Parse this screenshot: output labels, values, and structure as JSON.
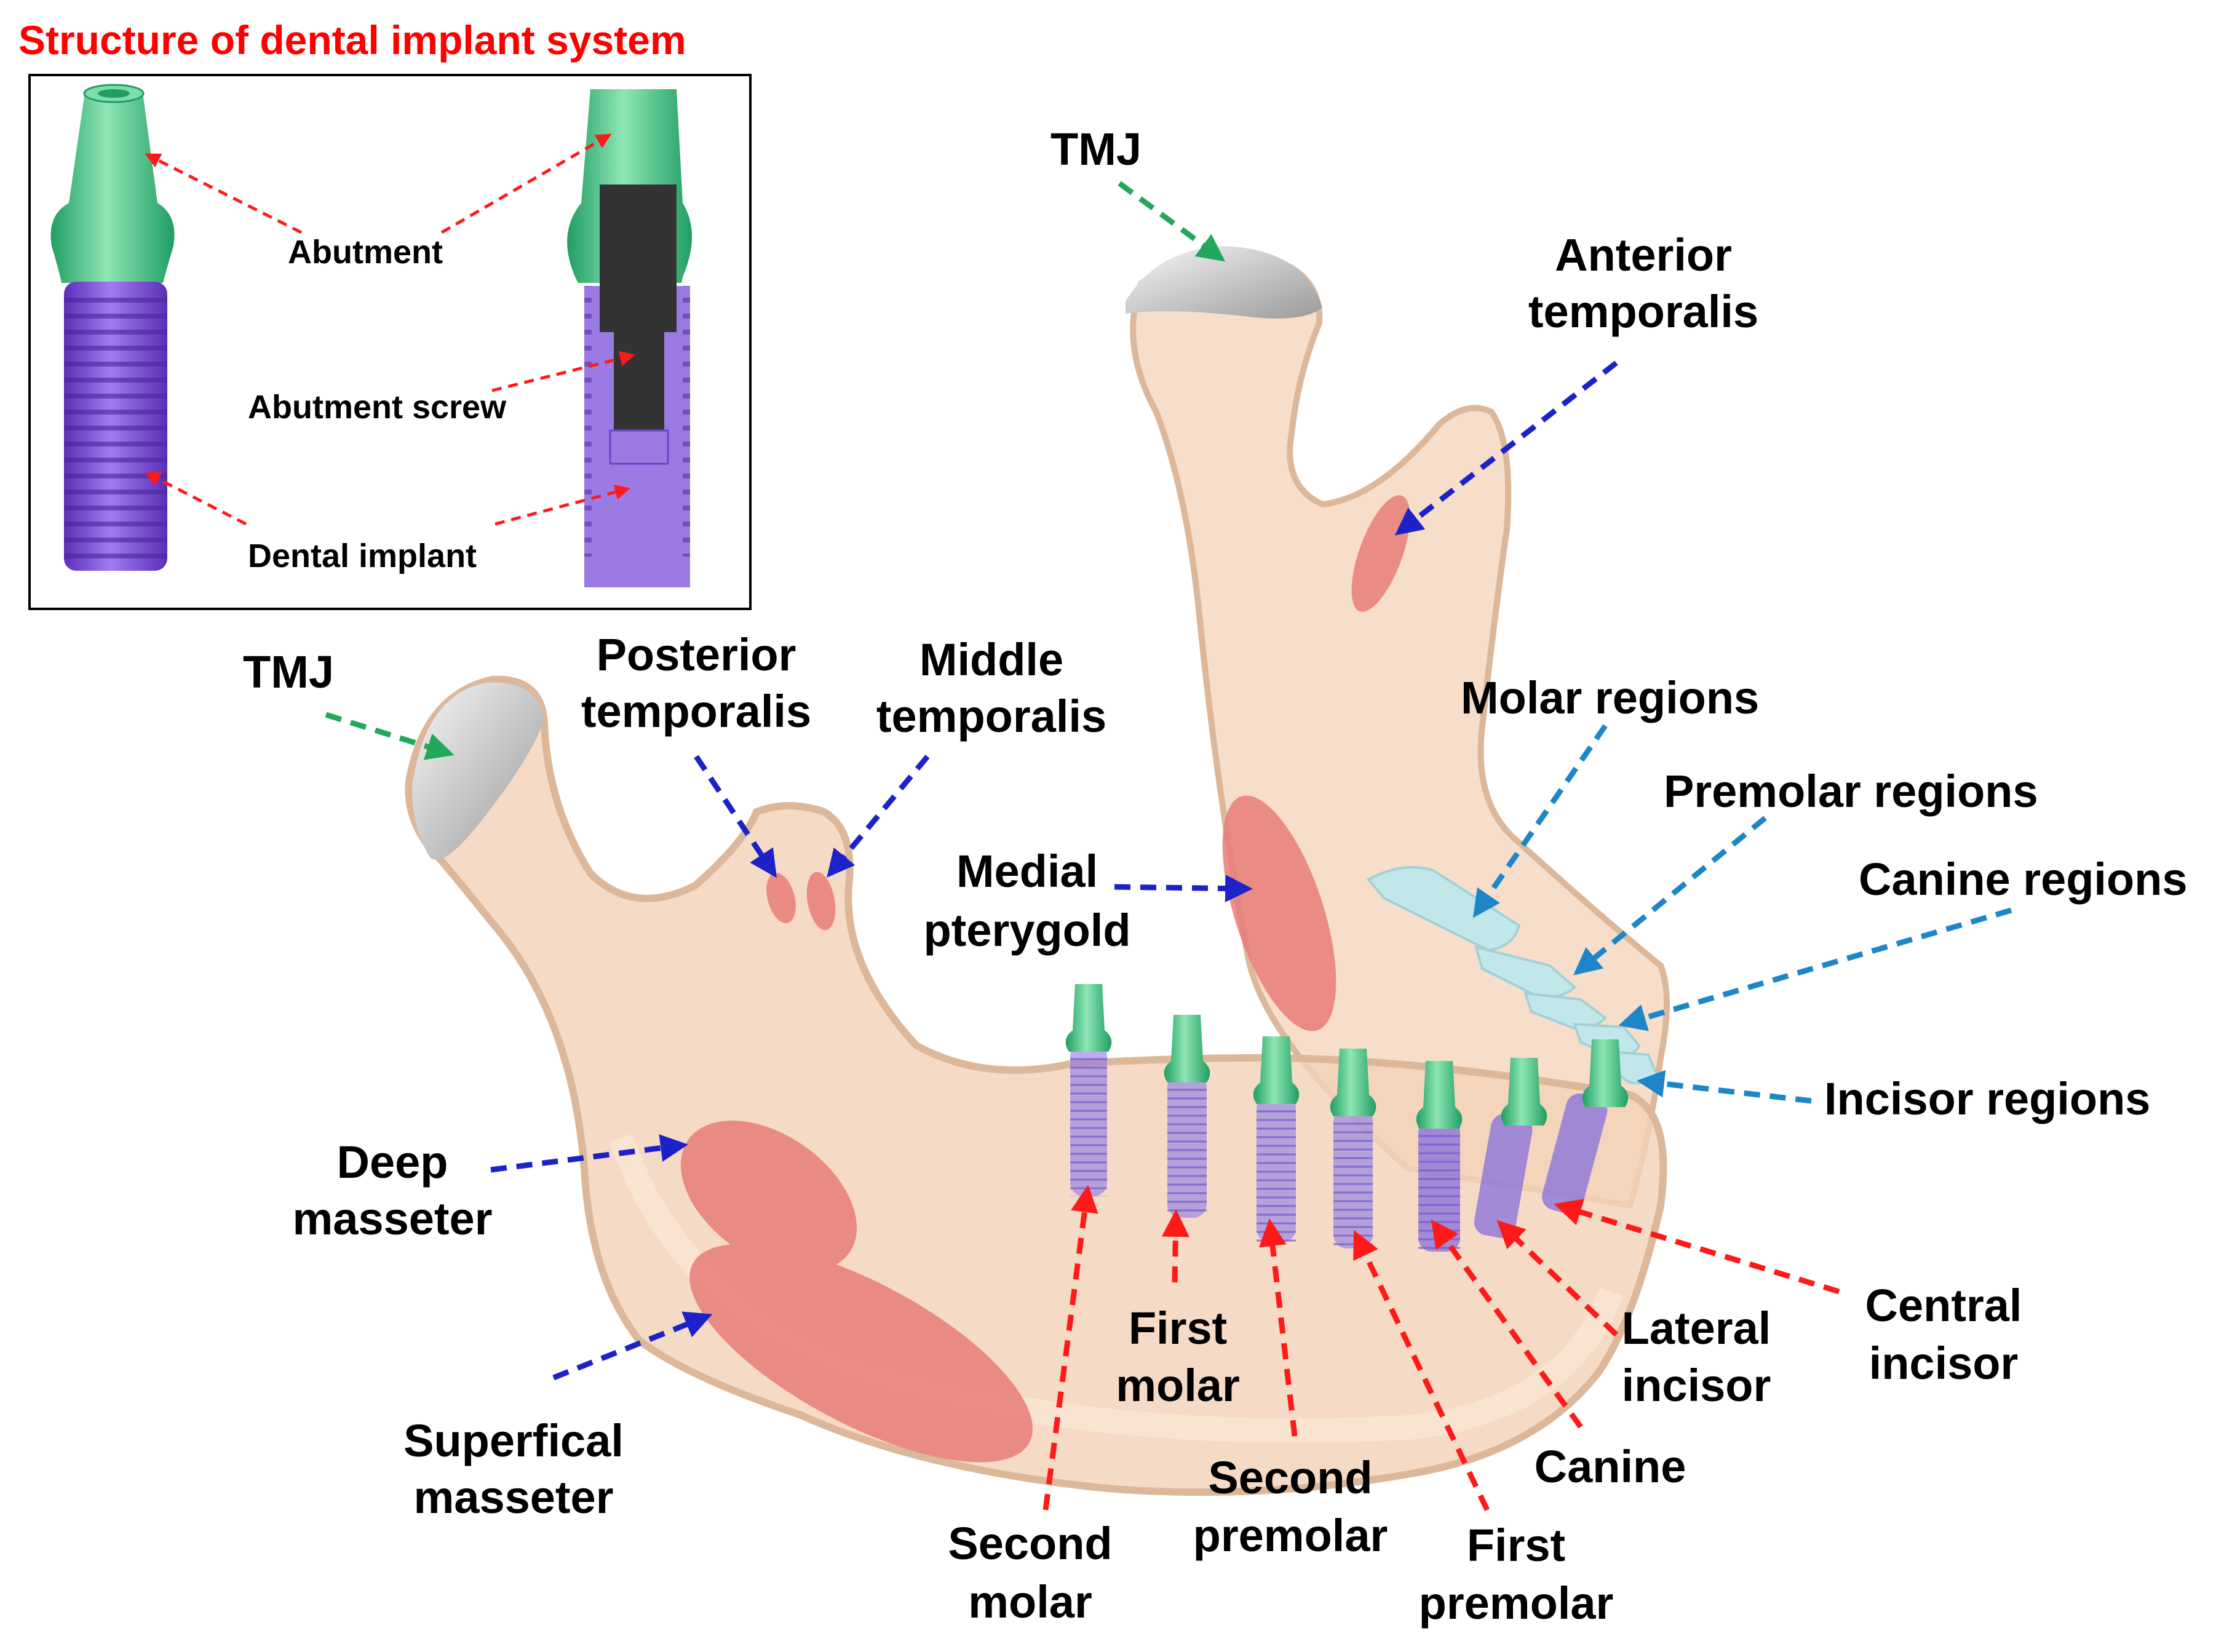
{
  "inset": {
    "title": "Structure of dental implant system",
    "labels": {
      "abutment": "Abutment",
      "abutment_screw": "Abutment screw",
      "dental_implant": "Dental implant"
    }
  },
  "labels": {
    "tmj_left": "TMJ",
    "tmj_right": "TMJ",
    "posterior_temporalis": [
      "Posterior",
      "temporalis"
    ],
    "middle_temporalis": [
      "Middle",
      "temporalis"
    ],
    "anterior_temporalis": [
      "Anterior",
      "temporalis"
    ],
    "medial_pterygoid": [
      "Medial",
      "pterygold"
    ],
    "deep_masseter": [
      "Deep",
      "masseter"
    ],
    "superficial_masseter": [
      "Superfical",
      "masseter"
    ],
    "molar_regions": "Molar regions",
    "premolar_regions": "Premolar regions",
    "canine_regions": "Canine regions",
    "incisor_regions": "Incisor regions",
    "second_molar": [
      "Second",
      "molar"
    ],
    "first_molar": [
      "First",
      "molar"
    ],
    "second_premolar": [
      "Second",
      "premolar"
    ],
    "first_premolar": [
      "First",
      "premolar"
    ],
    "canine": "Canine",
    "lateral_incisor": [
      "Lateral",
      "incisor"
    ],
    "central_incisor": [
      "Central",
      "incisor"
    ]
  },
  "colors": {
    "bone": "#f3d3b8",
    "bone_outline": "#ddb79a",
    "muscle": "#e87c78",
    "abutment": "#2ecc83",
    "implant": "#7a4fd9",
    "tmj": "#d8d8d8",
    "region": "#bfe8ec",
    "arrow_red": "#ff1a1a",
    "arrow_blue": "#1c22c8",
    "arrow_green": "#22a85a",
    "arrow_cyan": "#1e86c8"
  }
}
